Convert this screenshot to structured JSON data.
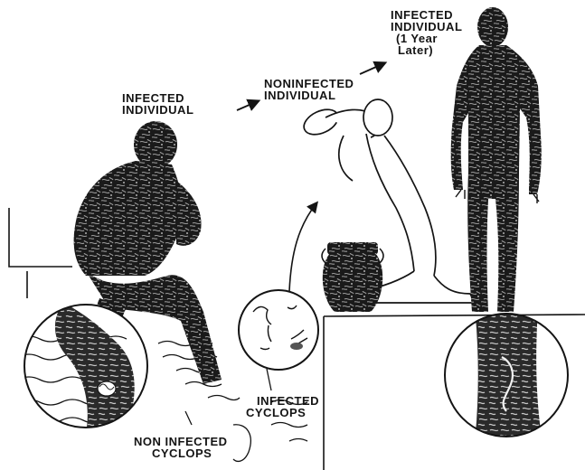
{
  "labels": {
    "infected_individual_left": [
      "INFECTED",
      "INDIVIDUAL"
    ],
    "noninfected_individual": [
      "NONINFECTED",
      "INDIVIDUAL"
    ],
    "infected_individual_right": [
      "INFECTED",
      "INDIVIDUAL",
      "(1 Year",
      "Later)"
    ],
    "infected_cyclops": [
      "INFECTED",
      "CYCLOPS"
    ],
    "non_infected_cyclops": [
      "NON INFECTED",
      "CYCLOPS"
    ]
  },
  "colors": {
    "ink": "#141414",
    "paper": "#ffffff",
    "mottle": "#7a7a7a"
  }
}
